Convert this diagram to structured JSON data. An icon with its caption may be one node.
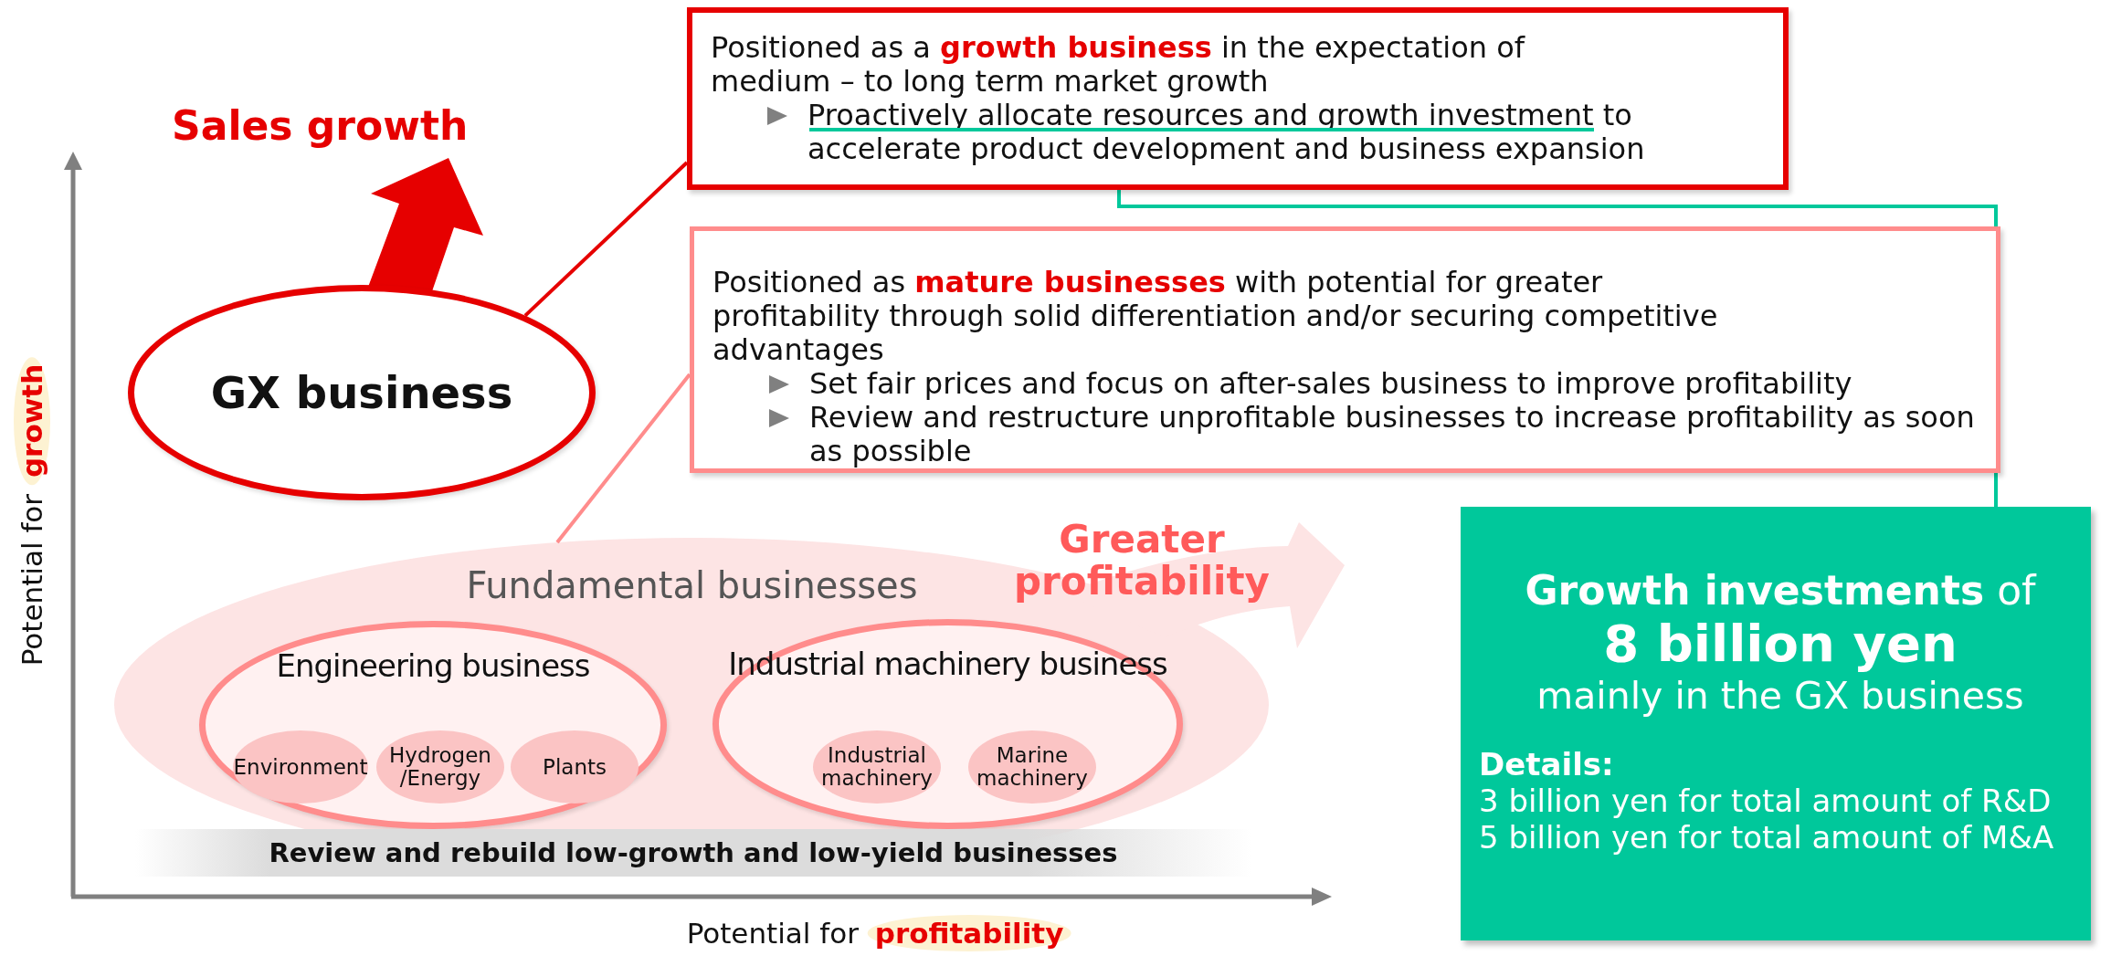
{
  "diagram": {
    "nodes": [
      {
        "text": [
          "Positioned as a **growth business** in the expectation of medium – to long term market growth",
          "Proactively allocate resources and growth investment to accelerate product development and business expansion"
        ]
      },
      {
        "text": [
          "Positioned as **mature businesses** with potential for greater profitability through solid differentiation and/or securing competitive advantages",
          "Set fair prices and focus on after-sales business to improve profitability",
          "Review and restructure unprofitable businesses to increase profitability as soon as possible"
        ]
      },
      {
        "text": [
          "GX business"
        ]
      },
      {
        "text": [
          "Fundamental businesses"
        ],
        "beside": [
          "Greater profitability"
        ]
      },
      {
        "text": [
          "Engineering business"
        ],
        "in": 3
      },
      {
        "text": [
          "Environment"
        ],
        "in": 4
      },
      {
        "text": [
          "Hydrogen /Energy"
        ],
        "in": 4
      },
      {
        "text": [
          "Plants"
        ],
        "in": 4
      },
      {
        "text": [
          "Industrial machinery business"
        ],
        "in": 3
      },
      {
        "text": [
          "Industrial machinery"
        ],
        "in": 8
      },
      {
        "text": [
          "Marine machinery"
        ],
        "in": 8
      },
      {
        "text": [
          "**Growth investments** of",
          "8 billion yen",
          "mainly in the GX business",
          "Details:",
          "3 billion yen for total amount of R&D",
          "5 billion yen for total amount of M&A"
        ]
      },
      {
        "text": [
          "Review and rebuild low-growth and low-yield businesses"
        ],
        "in": 3
      }
    ],
    "edges": [
      {
        "from": 0,
        "to": 2,
        "arrow": "none",
        "color": "#e60000"
      },
      {
        "from": 1,
        "to": 3,
        "arrow": "none",
        "color": "#ff8c8c"
      },
      {
        "from": 0,
        "to": 11,
        "arrow": "none",
        "color": "#00c89b"
      }
    ],
    "labels": [
      "Sales growth",
      "Potential for **growth**",
      "Potential for **profitability**"
    ]
  }
}
